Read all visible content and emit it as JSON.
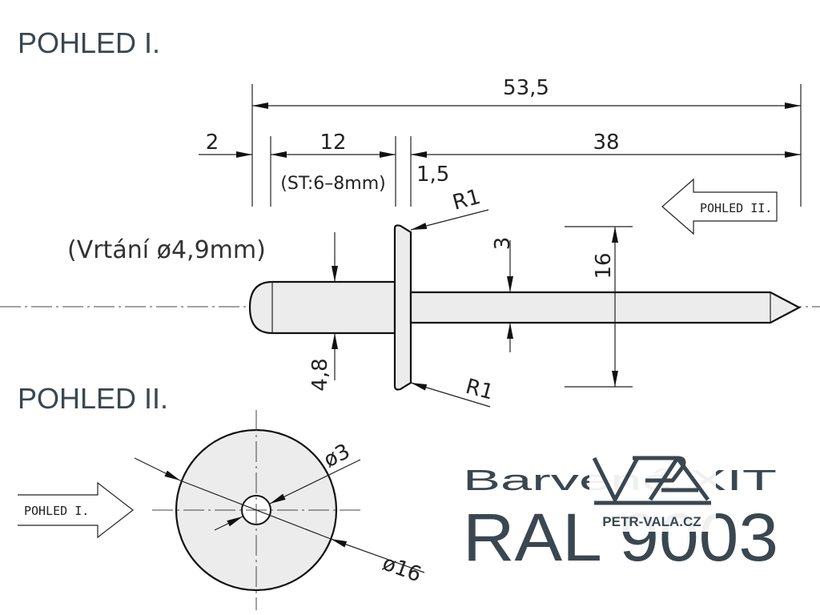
{
  "views": {
    "view1_title": "POHLED I.",
    "view2_title": "POHLED II.",
    "arrow_to_view2": "POHLED II.",
    "arrow_to_view1": "POHLED I."
  },
  "dimensions": {
    "total_length": "53,5",
    "head_offset": "2",
    "grip": "12",
    "grip_range": "(ST:6–8mm)",
    "mandrel_length": "38",
    "head_thickness": "1,5",
    "radius_top": "R1",
    "radius_bottom": "R1",
    "mandrel_diameter": "3",
    "head_diameter": "16",
    "body_diameter": "4,8",
    "drilling_note": "(Vrtání ø4,9mm)",
    "hole_diameter": "ø3",
    "head_diameter_view2": "ø16"
  },
  "branding": {
    "color_label": "Barvené XIT",
    "ral_code": "RAL 9003",
    "logo_text": "PETR-VALA.CZ"
  },
  "colors": {
    "title_text": "#3a4750",
    "part_fill": "#ececec",
    "line": "#222222"
  }
}
